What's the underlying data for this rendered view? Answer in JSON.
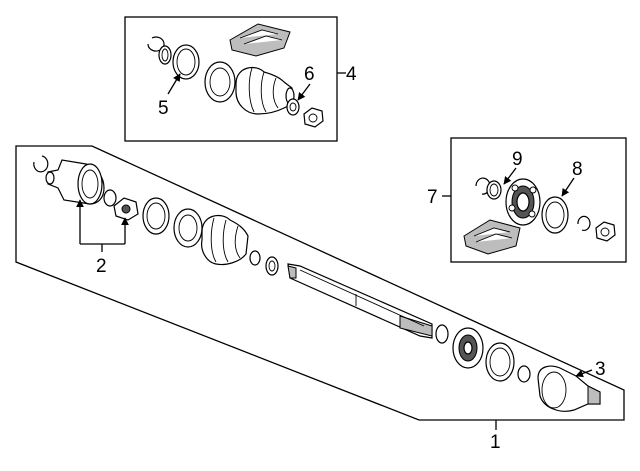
{
  "callouts": {
    "c1": "1",
    "c2": "2",
    "c3": "3",
    "c4": "4",
    "c5": "5",
    "c6": "6",
    "c7": "7",
    "c8": "8",
    "c9": "9"
  },
  "colors": {
    "line": "#000000",
    "background": "#ffffff",
    "shade": "#bdbdbd"
  }
}
